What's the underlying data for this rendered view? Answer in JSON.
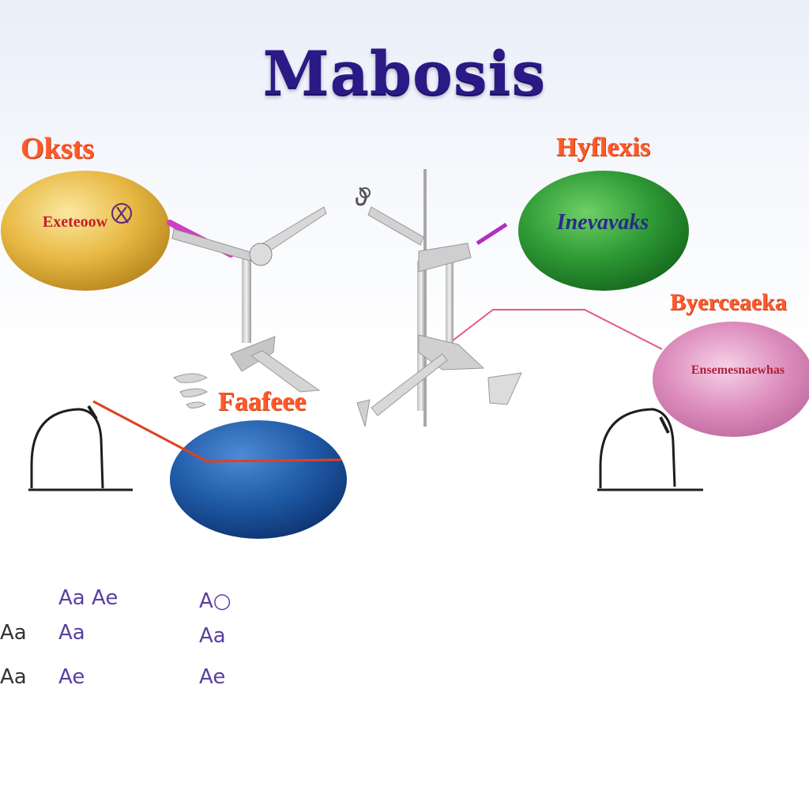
{
  "title": "Mabosis",
  "nodes": {
    "yellow": {
      "label": "Oksts",
      "text": "Exeteoow",
      "color": "#e8b944"
    },
    "green": {
      "label": "Hyflexis",
      "text": "Inevavaks",
      "color": "#2e9a35"
    },
    "pink": {
      "label": "Byerceaeka",
      "text": "Ensemesnaewhas",
      "color": "#dc8cbc"
    },
    "blue": {
      "label": "Faafeee",
      "color": "#1f5aa6"
    }
  },
  "colors": {
    "title": "#2b1a86",
    "label": "#ff5a2a",
    "connector_magenta": "#d040c0",
    "connector_red": "#e04020",
    "connector_pink": "#e85880"
  },
  "legend": [
    [
      "Aa",
      "Ae",
      "A○"
    ],
    [
      "Aa",
      "Aa",
      "Aa"
    ],
    [
      "Aa",
      "Ae",
      "Ae"
    ]
  ]
}
